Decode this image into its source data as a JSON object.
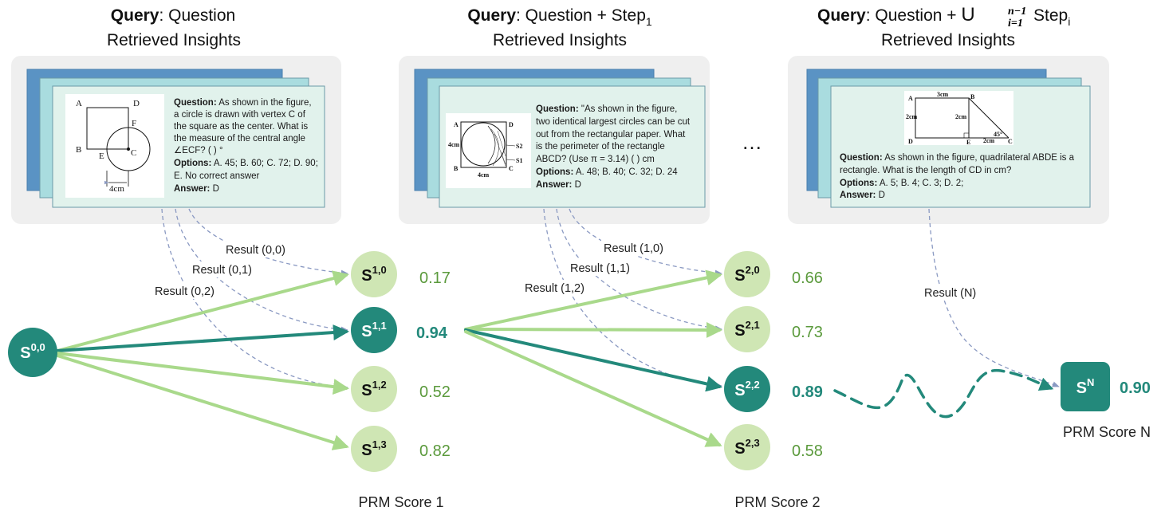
{
  "colors": {
    "dark_teal": "#23897b",
    "light_green_node": "#cfe6b4",
    "edge_light": "#a9d98b",
    "edge_dark": "#23897b",
    "score_green": "#5b9a3c",
    "dashed_blue": "#8a99c2",
    "panel_bg": "#efefef",
    "card_blue": "#5a93c4",
    "card_cyan": "#a9dcdf",
    "card_mint": "#e1f2ec"
  },
  "queries": [
    {
      "bold": "Query",
      "rest": ": Question",
      "sub": "",
      "line2": "Retrieved Insights"
    },
    {
      "bold": "Query",
      "rest": ": Question + Step",
      "sub": "1",
      "line2": "Retrieved Insights"
    },
    {
      "bold": "Query",
      "rest": ": Question + ",
      "union": "U",
      "lim_top": "n−1",
      "lim_bot": "i=1",
      "step": " Step",
      "step_sub": "i",
      "line2": "Retrieved Insights"
    }
  ],
  "cards": [
    {
      "lines": [
        {
          "label": "Question:",
          "text": "  As shown in the figure,"
        },
        {
          "label": "",
          "text": "a circle is drawn with vertex C of"
        },
        {
          "label": "",
          "text": "the square as the center. What is"
        },
        {
          "label": "",
          "text": "the measure of the central angle"
        },
        {
          "label": "",
          "text": "∠ECF? ( ) °"
        },
        {
          "label": "Options:",
          "text": "  A. 45; B. 60; C. 72; D. 90;"
        },
        {
          "label": "",
          "text": "E. No correct answer"
        },
        {
          "label": "Answer:",
          "text": " D"
        }
      ],
      "figure": {
        "A": "A",
        "D": "D",
        "F": "F",
        "B": "B",
        "E": "E",
        "C": "C",
        "dim": "4cm"
      }
    },
    {
      "lines": [
        {
          "label": "Question:",
          "text": "  \"As shown in the figure,"
        },
        {
          "label": "",
          "text": "two identical largest circles can be cut"
        },
        {
          "label": "",
          "text": "out from the rectangular paper. What"
        },
        {
          "label": "",
          "text": "is the perimeter of the rectangle"
        },
        {
          "label": "",
          "text": "ABCD?  (Use π = 3.14) ( ) cm"
        },
        {
          "label": "Options:",
          "text": "  A. 48; B. 40; C. 32; D. 24"
        },
        {
          "label": "Answer:",
          "text": " D"
        }
      ],
      "figure": {
        "A": "A",
        "D": "D",
        "B": "B",
        "C": "C",
        "S2": "S2",
        "S1": "S1",
        "h": "4cm",
        "w": "4cm"
      }
    },
    {
      "lines": [
        {
          "label": "Question:",
          "text": "  As shown in the figure, quadrilateral ABDE is a"
        },
        {
          "label": "",
          "text": "rectangle. What is the length of CD in cm?"
        },
        {
          "label": "Options:",
          "text": "  A. 5; B. 4; C. 3; D. 2;"
        },
        {
          "label": "Answer:",
          "text": " D"
        }
      ],
      "figure": {
        "A": "A",
        "B": "B",
        "D": "D",
        "E": "E",
        "C": "C",
        "top": "3cm",
        "left": "2cm",
        "mid": "2cm",
        "bottom": "2cm",
        "angle": "45°"
      }
    }
  ],
  "ellipsis": "…",
  "result_labels": [
    "Result (0,0)",
    "Result (0,1)",
    "Result (0,2)",
    "Result (1,0)",
    "Result (1,1)",
    "Result (1,2)",
    "Result (N)"
  ],
  "nodes": [
    {
      "base": "S",
      "sup": "0,0",
      "style": "dark"
    },
    {
      "base": "S",
      "sup": "1,0",
      "style": "light"
    },
    {
      "base": "S",
      "sup": "1,1",
      "style": "dark"
    },
    {
      "base": "S",
      "sup": "1,2",
      "style": "light"
    },
    {
      "base": "S",
      "sup": "1,3",
      "style": "light"
    },
    {
      "base": "S",
      "sup": "2,0",
      "style": "light"
    },
    {
      "base": "S",
      "sup": "2,1",
      "style": "light"
    },
    {
      "base": "S",
      "sup": "2,2",
      "style": "dark"
    },
    {
      "base": "S",
      "sup": "2,3",
      "style": "light"
    },
    {
      "base": "S",
      "sup": "N",
      "style": "dark"
    }
  ],
  "scores": [
    {
      "value": "0.17",
      "best": false
    },
    {
      "value": "0.94",
      "best": true
    },
    {
      "value": "0.52",
      "best": false
    },
    {
      "value": "0.82",
      "best": false
    },
    {
      "value": "0.66",
      "best": false
    },
    {
      "value": "0.73",
      "best": false
    },
    {
      "value": "0.89",
      "best": true
    },
    {
      "value": "0.58",
      "best": false
    },
    {
      "value": "0.90",
      "best": true
    }
  ],
  "captions": [
    "PRM Score 1",
    "PRM Score 2",
    "PRM Score N"
  ]
}
